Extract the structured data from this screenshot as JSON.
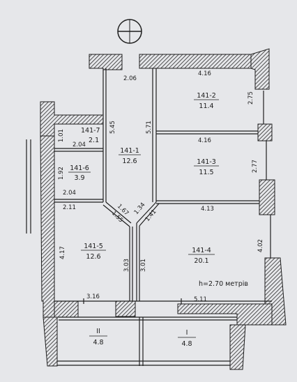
{
  "rooms": {
    "r1": {
      "id": "141-1",
      "area": "12.6"
    },
    "r2": {
      "id": "141-2",
      "area": "11.4"
    },
    "r3": {
      "id": "141-3",
      "area": "11.5"
    },
    "r4": {
      "id": "141-4",
      "area": "20.1"
    },
    "r5": {
      "id": "141-5",
      "area": "12.6"
    },
    "r6": {
      "id": "141-6",
      "area": "3.9"
    },
    "r7": {
      "id": "141-7",
      "area": "2.1"
    },
    "balc2": {
      "id": "II",
      "area": "4.8"
    },
    "balc1": {
      "id": "I",
      "area": "4.8"
    }
  },
  "dimensions": {
    "d206": "2.06",
    "d416a": "4.16",
    "d275": "2.75",
    "d416b": "4.16",
    "d277": "2.77",
    "d413": "4.13",
    "d402": "4.02",
    "d511": "5.11",
    "d316": "3.16",
    "d417": "4.17",
    "d211": "2.11",
    "d204a": "2.04",
    "d204b": "2.04",
    "d192": "1.92",
    "d101": "1.01",
    "d545": "5.45",
    "d571": "5.71",
    "d167": "1.67",
    "d155": "1.55",
    "d134": "1.34",
    "d141": "1.41",
    "d303": "3.03",
    "d301": "3.01"
  },
  "ceiling_note": "h=2.70 метрів",
  "colors": {
    "paper": "#e6e7ea",
    "ink": "#1e1e1e",
    "hatch": "#2a2a2a"
  }
}
